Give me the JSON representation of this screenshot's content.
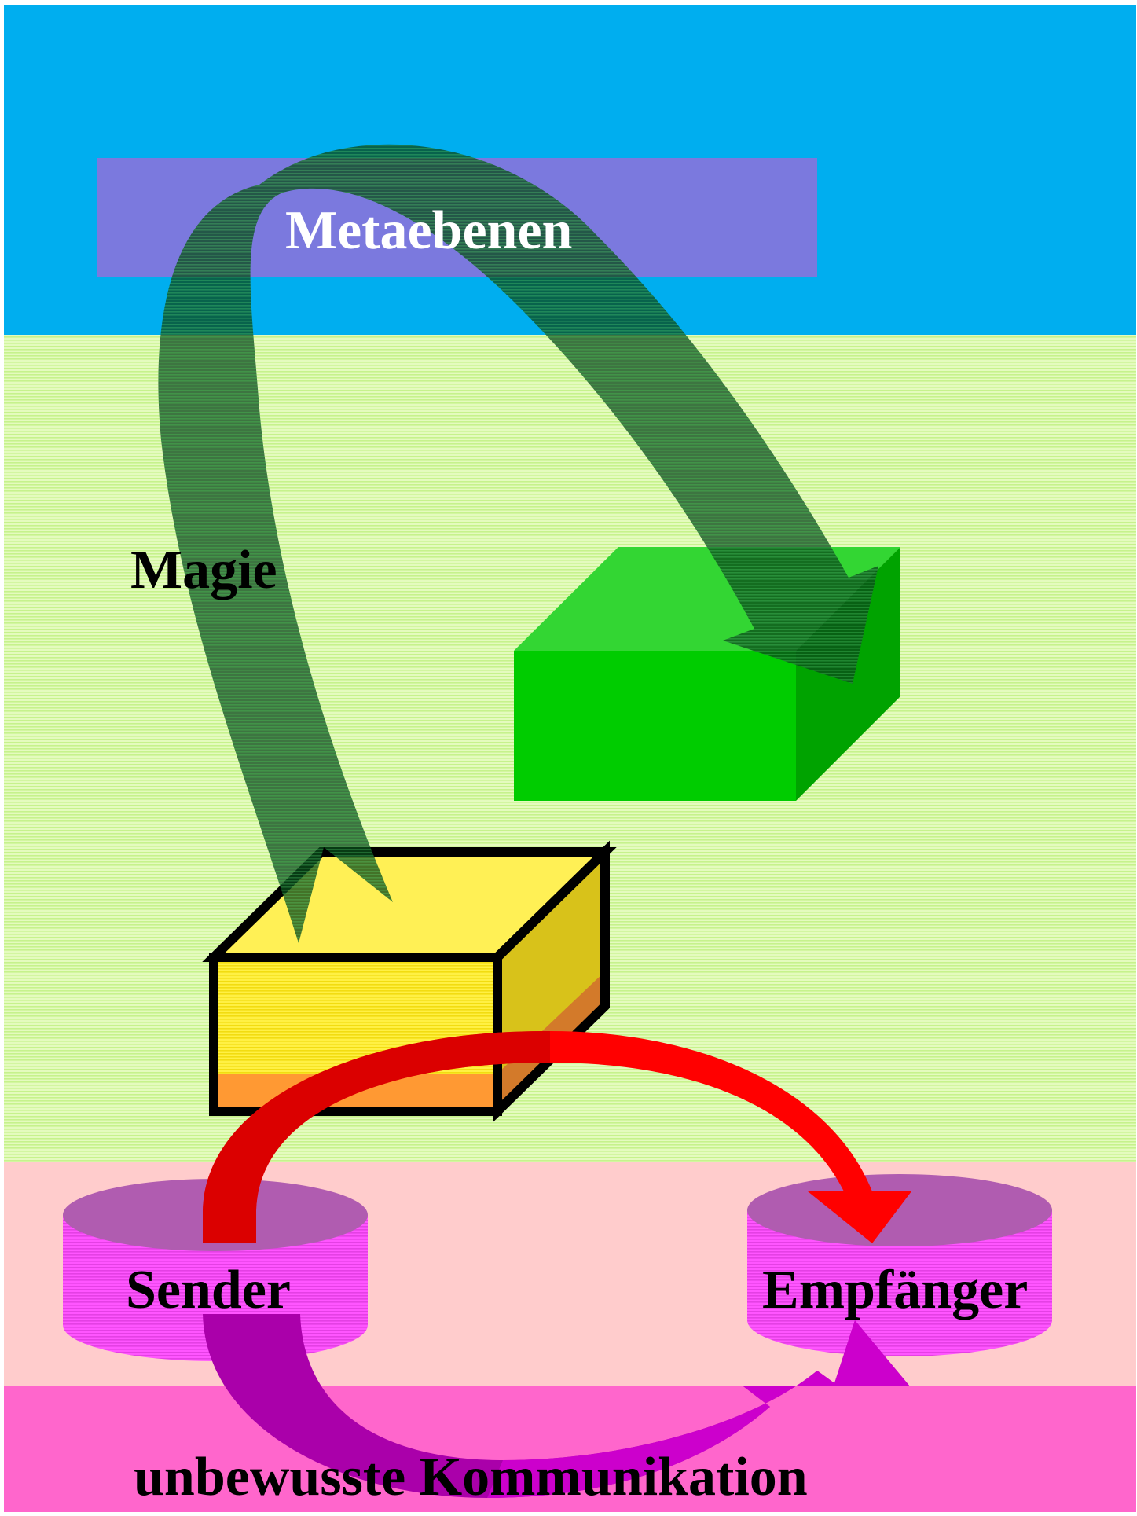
{
  "labels": {
    "meta": "Metaebenen",
    "magie": "Magie",
    "sender": "Sender",
    "empfaenger": "Empfänger",
    "unbewusst": "unbewusste Kommunikation"
  },
  "colors": {
    "top_band": "#00AEEF",
    "meta_box": "#7B79DE",
    "mid_band": "#D8FAAA",
    "mid_stripe": "#B8F07A",
    "lower_band": "#FFCCCC",
    "bottom_band": "#FF66CC",
    "green_box": "#00CC00",
    "green_top": "#33D633",
    "green_side": "#00A300",
    "yellow_box": "#FFEE33",
    "orange_band": "#FF9933",
    "dark_green_arrow": "#0E5E22",
    "red_arrow": "#FF0000",
    "purple_arrow": "#AA00AA",
    "cylinder_top": "#B05CB0",
    "cylinder_side": "#FF55FF"
  }
}
